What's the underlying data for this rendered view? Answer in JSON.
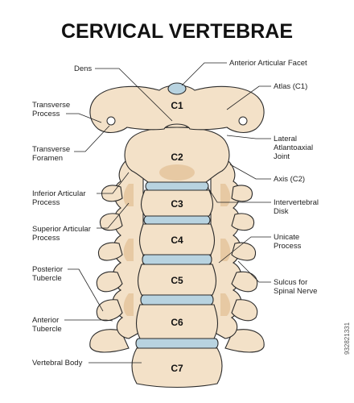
{
  "title": "CERVICAL VERTEBRAE",
  "vertebrae": [
    "C1",
    "C2",
    "C3",
    "C4",
    "C5",
    "C6",
    "C7"
  ],
  "labels_left": {
    "dens": "Dens",
    "transverse_process": [
      "Transverse",
      "Process"
    ],
    "transverse_foramen": [
      "Transverse",
      "Foramen"
    ],
    "inferior_articular_process": [
      "Inferior Articular",
      "Process"
    ],
    "superior_articular_process": [
      "Superior Articular",
      "Process"
    ],
    "posterior_tubercle": [
      "Posterior",
      "Tubercle"
    ],
    "anterior_tubercle": [
      "Anterior",
      "Tubercle"
    ],
    "vertebral_body": "Vertebral Body"
  },
  "labels_right": {
    "anterior_articular_facet": "Anterior Articular Facet",
    "atlas": "Atlas (C1)",
    "lateral_atlantoaxial_joint": [
      "Lateral",
      "Atlantoaxial",
      "Joint"
    ],
    "axis": "Axis (C2)",
    "intervertebral_disk": [
      "Intervertebral",
      "Disk"
    ],
    "unicate_process": [
      "Unicate",
      "Process"
    ],
    "sulcus_spinal_nerve": [
      "Sulcus for",
      "Spinal Nerve"
    ]
  },
  "stock_id": "932821331",
  "colors": {
    "bone": "#f3e1c8",
    "bone_shade": "#e7c9a3",
    "disk": "#b8d3e0",
    "outline": "#2a2a2a"
  }
}
